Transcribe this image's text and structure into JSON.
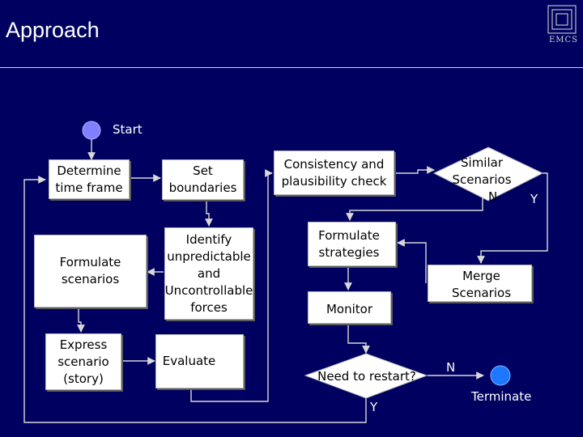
{
  "slide": {
    "title": "Approach",
    "logo_text": "EMCS"
  },
  "diagram": {
    "start": "Start",
    "determine": "Determine\ntime frame",
    "formulate_scenarios": "Formulate\nscenarios",
    "express": "Express\nscenario\n(story)",
    "set_boundaries": "Set\nboundaries",
    "identify": "Identify\nunpredictable\nand\nUncontrollable\nforces",
    "evaluate": "Evaluate",
    "consistency": "Consistency and\nplausibility check",
    "formulate_strategies": "Formulate\nstrategies",
    "monitor": "Monitor",
    "need_restart": "Need to restart?",
    "similar": "Similar\nScenarios",
    "merge": "Merge\nScenarios",
    "terminate": "Terminate",
    "branch_n_similar": "N",
    "branch_y_similar": "Y",
    "branch_n_restart": "N",
    "branch_y_restart": "Y"
  },
  "colors": {
    "background": "#000060",
    "box_fill": "#ffffff",
    "node_circle": "#8080ff",
    "terminate_circle": "#1e78ff",
    "connector": "#d8d8d8"
  }
}
